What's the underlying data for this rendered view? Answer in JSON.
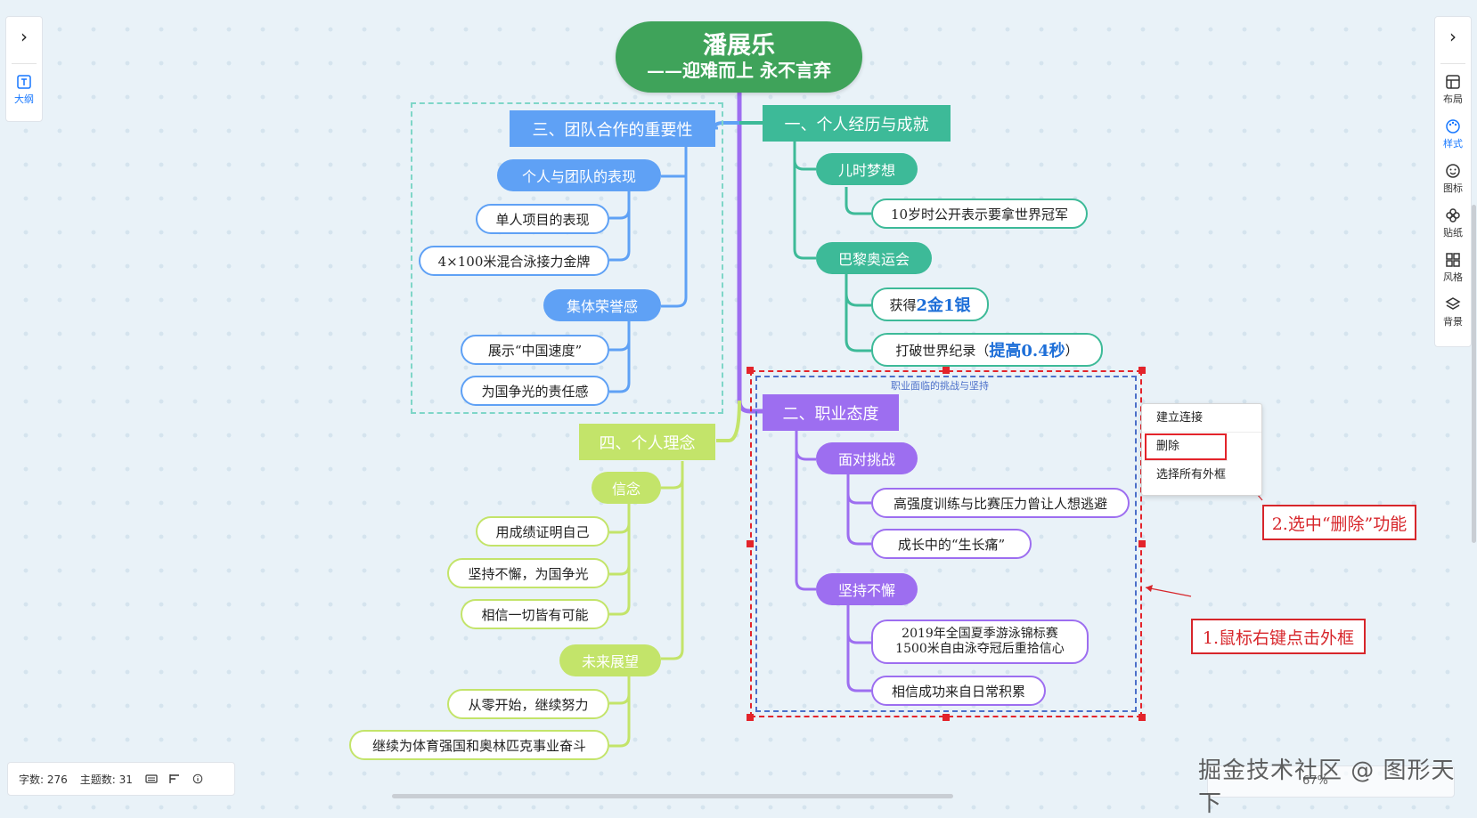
{
  "root": {
    "title": "潘展乐",
    "subtitle": "——迎难而上 永不言弃"
  },
  "branches": {
    "b1": {
      "label": "一、个人经历与成就",
      "subs": {
        "s1": {
          "label": "儿时梦想",
          "leaves": [
            "10岁时公开表示要拿世界冠军"
          ]
        },
        "s2": {
          "label": "巴黎奥运会",
          "leaf1": {
            "prefix": "获得",
            "highlight": "2金1银"
          },
          "leaf2": {
            "prefix": "打破世界纪录（",
            "highlight": "提高0.4秒",
            "suffix": "）"
          }
        }
      }
    },
    "b2": {
      "label": "二、职业态度",
      "subs": {
        "s1": {
          "label": "面对挑战",
          "leaves": [
            "高强度训练与比赛压力曾让人想逃避",
            "成长中的“生长痛”"
          ]
        },
        "s2": {
          "label": "坚持不懈",
          "leaves": [
            "2019年全国夏季游泳锦标赛",
            "1500米自由泳夺冠后重拾信心",
            "相信成功来自日常积累"
          ]
        }
      }
    },
    "b3": {
      "label": "三、团队合作的重要性",
      "subs": {
        "s1": {
          "label": "个人与团队的表现",
          "leaves": [
            "单人项目的表现",
            "4×100米混合泳接力金牌"
          ]
        },
        "s2": {
          "label": "集体荣誉感",
          "leaves": [
            "展示“中国速度”",
            "为国争光的责任感"
          ]
        }
      }
    },
    "b4": {
      "label": "四、个人理念",
      "subs": {
        "s1": {
          "label": "信念",
          "leaves": [
            "用成绩证明自己",
            "坚持不懈，为国争光",
            "相信一切皆有可能"
          ]
        },
        "s2": {
          "label": "未来展望",
          "leaves": [
            "从零开始，继续努力",
            "继续为体育强国和奥林匹克事业奋斗"
          ]
        }
      }
    }
  },
  "frame_label": "职业面临的挑战与坚持",
  "context_menu": {
    "items": [
      "建立连接",
      "删除",
      "选择所有外框"
    ],
    "selected": "删除"
  },
  "annotations": {
    "step1": "1.鼠标右键点击外框",
    "step2": "2.选中“删除”功能"
  },
  "left_panel": {
    "outline_label": "大纲"
  },
  "right_panel": {
    "tools": [
      "布局",
      "样式",
      "图标",
      "贴纸",
      "风格",
      "背景"
    ],
    "active": "样式"
  },
  "status_bar": {
    "word_count": "字数: 276",
    "topic_count": "主题数: 31"
  },
  "zoom": {
    "percent": "67%"
  },
  "watermark": "掘金技术社区 @ 图形天下",
  "colors": {
    "root": "#3fa35a",
    "branch1": "#3dba98",
    "branch2": "#9d6ef0",
    "branch3": "#5fa1f5",
    "branch4": "#c3e46a",
    "accent_red": "#e3242b",
    "highlight_blue": "#1e6fd8"
  }
}
